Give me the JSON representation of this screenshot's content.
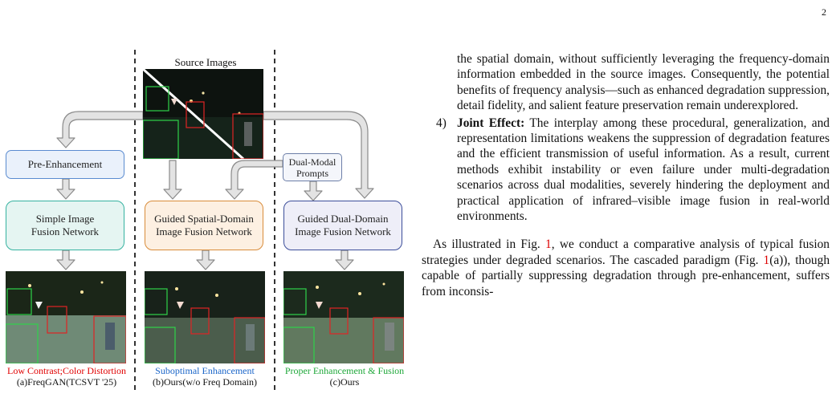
{
  "page_number": "2",
  "figure": {
    "source_title": "Source Images",
    "boxes": {
      "pre_enhancement": "Pre-Enhancement",
      "simple": "Simple Image\nFusion Network",
      "spatial": "Guided Spatial-Domain\nImage Fusion Network",
      "dual": "Guided Dual-Domain\nImage Fusion Network",
      "prompts": "Dual-Modal\nPrompts"
    },
    "columns": [
      {
        "quality": "Low Contrast;Color Distortion",
        "quality_color": "#e00000",
        "label": "(a)FreqGAN(TCSVT '25)"
      },
      {
        "quality": "Suboptimal Enhancement",
        "quality_color": "#1b66c9",
        "label": "(b)Ours(w/o Freq Domain)"
      },
      {
        "quality": "Proper Enhancement & Fusion",
        "quality_color": "#1fa83a",
        "label": "(c)Ours"
      }
    ]
  },
  "text": {
    "cont_item3": "the spatial domain, without sufficiently leveraging the frequency-domain information embedded in the source images. Consequently, the potential benefits of frequency analysis—such as enhanced degradation suppression, detail fidelity, and salient feature preservation remain underexplored.",
    "item4_num": "4)",
    "item4_title": "Joint Effect:",
    "item4_body": " The interplay among these procedural, generalization, and representation limitations weakens the suppression of degradation features and the efficient transmission of useful information. As a result, current methods exhibit instability or even failure under multi-degradation scenarios across dual modalities, severely hindering the deployment and practical application of infrared–visible image fusion in real-world environments.",
    "para_a": "As illustrated in Fig. ",
    "para_ref1": "1",
    "para_b": ", we conduct a comparative analysis of typical fusion strategies under degraded scenarios. The cascaded paradigm (Fig. ",
    "para_ref2": "1",
    "para_c": "(a)), though capable of partially suppressing degradation through pre-enhancement, suffers from inconsis-"
  }
}
